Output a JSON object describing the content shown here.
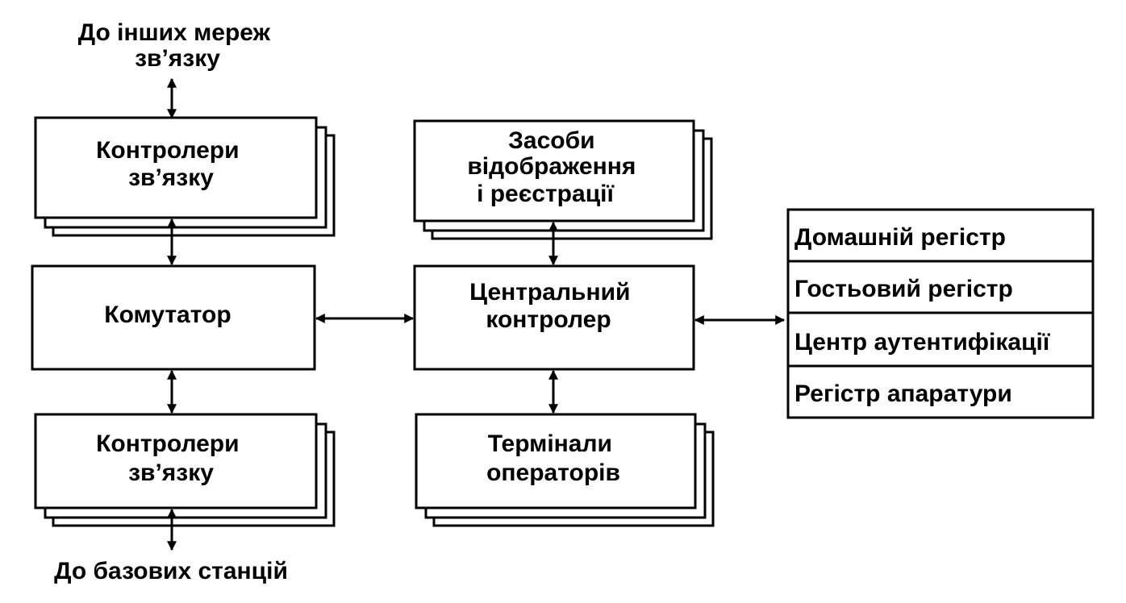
{
  "external": {
    "top": [
      "До інших мереж",
      "зв’язку"
    ],
    "bottom": "До базових станцій"
  },
  "left_column": {
    "controllers_top": [
      "Контролери",
      "зв’язку"
    ],
    "switch": "Комутатор",
    "controllers_bottom": [
      "Контролери",
      "зв’язку"
    ]
  },
  "center_column": {
    "display_recording": [
      "Засоби",
      "відображення",
      "і реєстрації"
    ],
    "central_controller": [
      "Центральний",
      "контролер"
    ],
    "operator_terminals": [
      "Термінали",
      "операторів"
    ]
  },
  "registers": [
    "Домашній регістр",
    "Гостьовий регістр",
    "Центр аутентифікації",
    "Регістр апаратури"
  ]
}
